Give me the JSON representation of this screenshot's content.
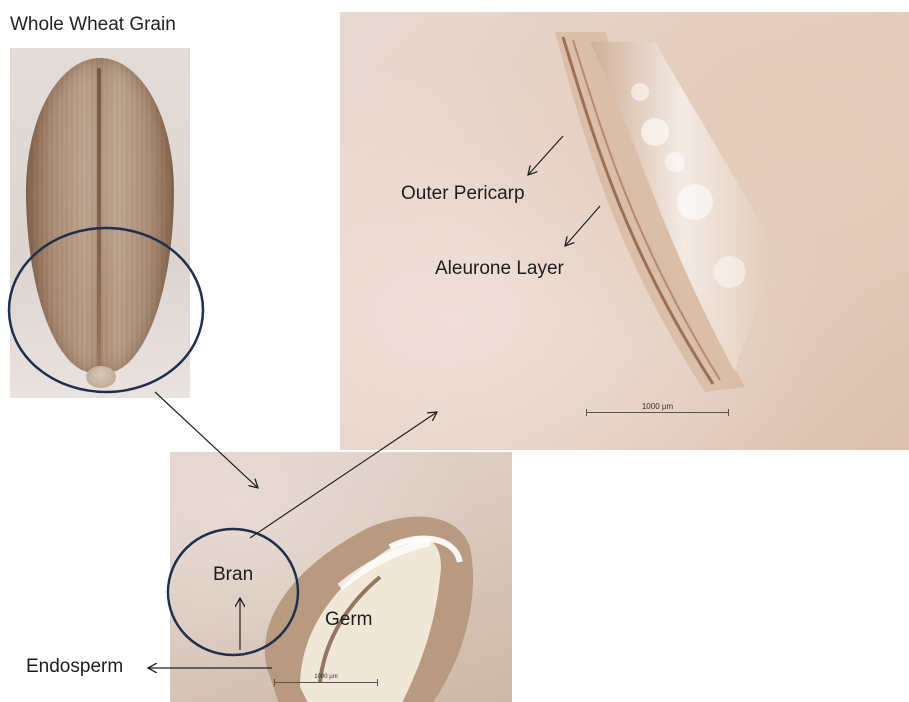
{
  "title": "Whole Wheat Grain",
  "labels": {
    "outer_pericarp": "Outer Pericarp",
    "aleurone_layer": "Aleurone Layer",
    "bran": "Bran",
    "germ": "Germ",
    "endosperm": "Endosperm"
  },
  "scale_bars": {
    "micro": "1000 µm",
    "section": "1000 µm"
  },
  "colors": {
    "circle_outline": "#1f2f4f",
    "arrow": "#222222"
  }
}
